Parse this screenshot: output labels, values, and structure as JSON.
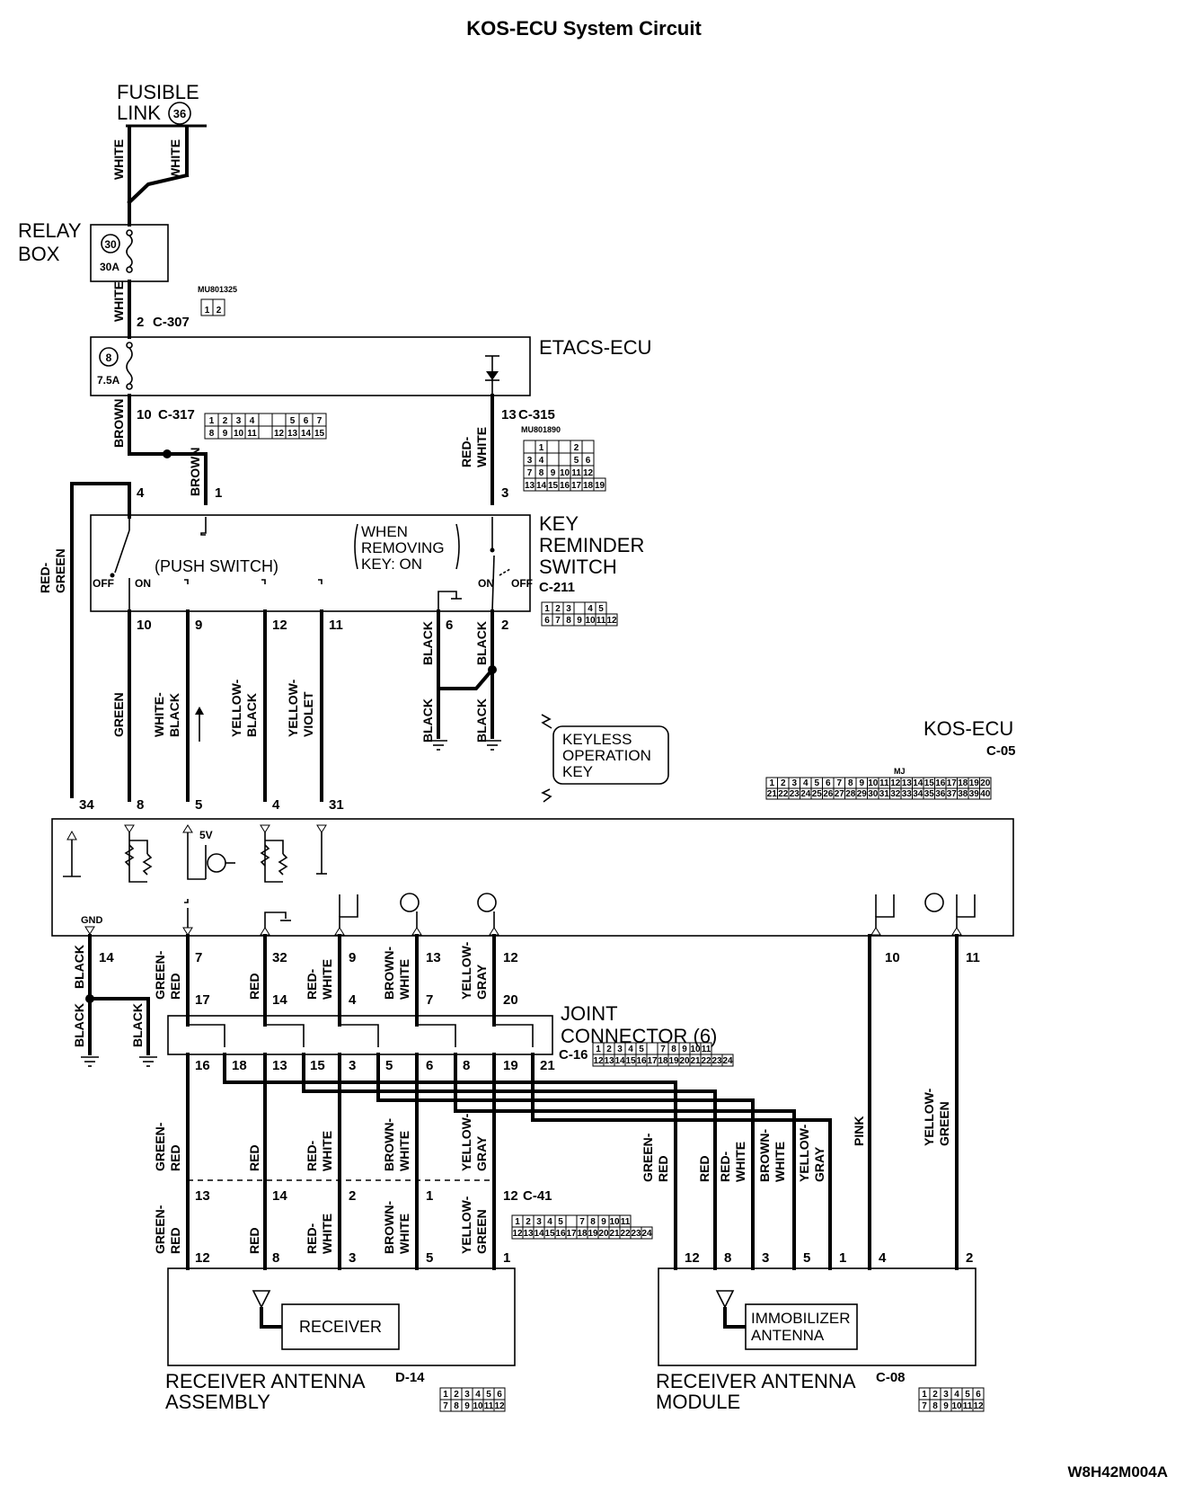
{
  "title": "KOS-ECU System Circuit",
  "figure_id": "W8H42M004A",
  "components": {
    "fusible_link": {
      "line1": "FUSIBLE",
      "line2": "LINK",
      "number": "36"
    },
    "relay_box": {
      "line1": "RELAY",
      "line2": "BOX",
      "fuse_number": "30",
      "fuse_rating": "30A"
    },
    "etacs_ecu": {
      "name": "ETACS-ECU",
      "fuse_number": "8",
      "fuse_rating": "7.5A"
    },
    "key_reminder_switch": {
      "line1": "KEY",
      "line2": "REMINDER",
      "line3": "SWITCH",
      "connector": "C-211",
      "push_switch": "(PUSH SWITCH)",
      "note_line1": "WHEN",
      "note_line2": "REMOVING",
      "note_line3": "KEY: ON",
      "off": "OFF",
      "on": "ON"
    },
    "keyless_key": {
      "line1": "KEYLESS",
      "line2": "OPERATION",
      "line3": "KEY"
    },
    "kos_ecu": {
      "name": "KOS-ECU",
      "connector": "C-05",
      "five_v": "5V",
      "gnd": "GND"
    },
    "joint_connector": {
      "line1": "JOINT",
      "line2": "CONNECTOR (6)",
      "connector": "C-16"
    },
    "receiver_assembly": {
      "inner": "RECEIVER",
      "line1": "RECEIVER ANTENNA",
      "line2": "ASSEMBLY",
      "connector": "D-14"
    },
    "antenna_module": {
      "inner_line1": "IMMOBILIZER",
      "inner_line2": "ANTENNA",
      "line1": "RECEIVER ANTENNA",
      "line2": "MODULE",
      "connector": "C-08"
    }
  },
  "connectors": {
    "c307": "C-307",
    "c307_part": "MU801325",
    "c317": "C-317",
    "c315": "C-315",
    "c315_part": "MU801890",
    "c41": "C-41",
    "mj": "MJ"
  },
  "pins": {
    "c307_pin": "2",
    "c317_pin": "10",
    "c315_pin": "13",
    "ks_4": "4",
    "ks_1": "1",
    "ks_3": "3",
    "ks_10": "10",
    "ks_9": "9",
    "ks_12": "12",
    "ks_11": "11",
    "ks_6": "6",
    "ks_2": "2",
    "ecu_34": "34",
    "ecu_8": "8",
    "ecu_5": "5",
    "ecu_4": "4",
    "ecu_31": "31",
    "ecu_14": "14",
    "ecu_7": "7",
    "ecu_32": "32",
    "ecu_9": "9",
    "ecu_13": "13",
    "ecu_12": "12",
    "ecu_10": "10",
    "ecu_11": "11",
    "jc_17": "17",
    "jc_14": "14",
    "jc_4": "4",
    "jc_7": "7",
    "jc_20": "20",
    "jc_16": "16",
    "jc_18": "18",
    "jc_13": "13",
    "jc_15": "15",
    "jc_3": "3",
    "jc_5": "5",
    "jc_6": "6",
    "jc_8": "8",
    "jc_19": "19",
    "jc_21": "21",
    "c41_13": "13",
    "c41_14": "14",
    "c41_2": "2",
    "c41_1": "1",
    "c41_12": "12",
    "rx_12": "12",
    "rx_8": "8",
    "rx_3": "3",
    "rx_5": "5",
    "rx_1": "1",
    "am_12": "12",
    "am_8": "8",
    "am_3": "3",
    "am_5": "5",
    "am_1": "1",
    "am_4": "4",
    "am_2": "2"
  },
  "wires": {
    "white": "WHITE",
    "brown": "BROWN",
    "red_white_a": "RED-",
    "red_white_b": "WHITE",
    "red_green_a": "RED-",
    "red_green_b": "GREEN",
    "green": "GREEN",
    "white_black_a": "WHITE-",
    "white_black_b": "BLACK",
    "yellow_black_a": "YELLOW-",
    "yellow_black_b": "BLACK",
    "yellow_violet_a": "YELLOW-",
    "yellow_violet_b": "VIOLET",
    "black": "BLACK",
    "green_red_a": "GREEN-",
    "green_red_b": "RED",
    "red": "RED",
    "brown_white_a": "BROWN-",
    "brown_white_b": "WHITE",
    "yellow_gray_a": "YELLOW-",
    "yellow_gray_b": "GRAY",
    "yellow_green_a": "YELLOW-",
    "yellow_green_b": "GREEN",
    "pink": "PINK"
  },
  "grids": {
    "c307": [
      [
        "1",
        "2"
      ]
    ],
    "c317": [
      [
        "1",
        "2",
        "3",
        "4",
        "",
        "",
        "5",
        "6",
        "7"
      ],
      [
        "8",
        "9",
        "10",
        "11",
        "",
        "12",
        "13",
        "14",
        "15"
      ]
    ],
    "c315": [
      [
        "",
        "1",
        "",
        "",
        "2",
        ""
      ],
      [
        "3",
        "4",
        "",
        "",
        "5",
        "6"
      ],
      [
        "7",
        "8",
        "9",
        "10",
        "11",
        "12"
      ],
      [
        "13",
        "14",
        "15",
        "16",
        "17",
        "18",
        "19"
      ]
    ],
    "c211": [
      [
        "1",
        "2",
        "3",
        "",
        "4",
        "5"
      ],
      [
        "6",
        "7",
        "8",
        "9",
        "10",
        "11",
        "12"
      ]
    ],
    "c05": [
      [
        "1",
        "2",
        "3",
        "4",
        "5",
        "6",
        "7",
        "8",
        "9",
        "10",
        "11",
        "12",
        "13",
        "14",
        "15",
        "16",
        "17",
        "18",
        "19",
        "20"
      ],
      [
        "21",
        "22",
        "23",
        "24",
        "25",
        "26",
        "27",
        "28",
        "29",
        "30",
        "31",
        "32",
        "33",
        "34",
        "35",
        "36",
        "37",
        "38",
        "39",
        "40"
      ]
    ],
    "c16": [
      [
        "1",
        "2",
        "3",
        "4",
        "5",
        "",
        "7",
        "8",
        "9",
        "10",
        "11"
      ],
      [
        "12",
        "13",
        "14",
        "15",
        "16",
        "17",
        "18",
        "19",
        "20",
        "21",
        "22",
        "23",
        "24"
      ]
    ],
    "c41": [
      [
        "1",
        "2",
        "3",
        "4",
        "5",
        "",
        "7",
        "8",
        "9",
        "10",
        "11"
      ],
      [
        "12",
        "13",
        "14",
        "15",
        "16",
        "17",
        "18",
        "19",
        "20",
        "21",
        "22",
        "23",
        "24"
      ]
    ],
    "d14": [
      [
        "1",
        "2",
        "3",
        "4",
        "5",
        "6"
      ],
      [
        "7",
        "8",
        "9",
        "10",
        "11",
        "12"
      ]
    ],
    "c08": [
      [
        "1",
        "2",
        "3",
        "4",
        "5",
        "6"
      ],
      [
        "7",
        "8",
        "9",
        "10",
        "11",
        "12"
      ]
    ]
  }
}
